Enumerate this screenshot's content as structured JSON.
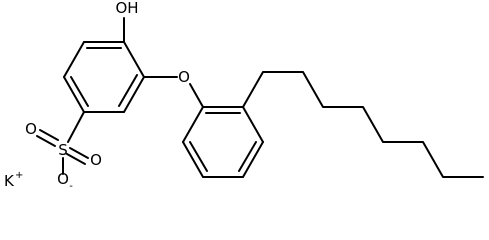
{
  "molecule": {
    "labels": {
      "hydroxyl": "OH",
      "ether_oxygen": "O",
      "sulfur": "S",
      "sulfonyl_oxygen_1": "O",
      "sulfonyl_oxygen_2": "O",
      "anionic_oxygen": "O",
      "anion_charge": "-",
      "counterion": "K",
      "counterion_charge": "+"
    }
  }
}
